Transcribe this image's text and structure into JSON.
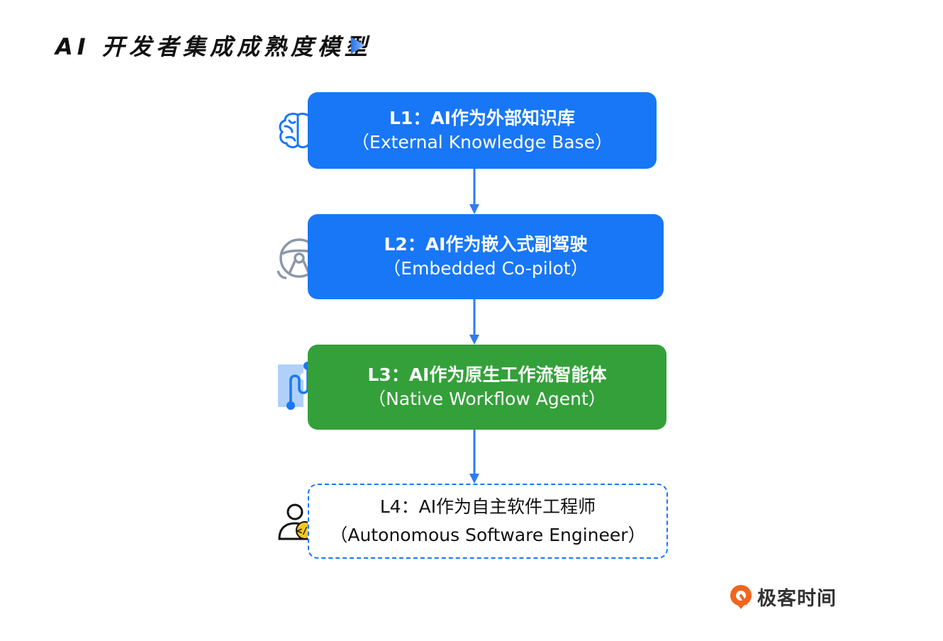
{
  "title": "AI 开发者集成成熟度模型",
  "levels": [
    {
      "title": "L1：AI作为外部知识库",
      "subtitle": "（External Knowledge Base）",
      "icon": "brain-icon",
      "color": "#1877f6"
    },
    {
      "title": "L2：AI作为嵌入式副驾驶",
      "subtitle": "（Embedded Co-pilot）",
      "icon": "steering-wheel-icon",
      "color": "#1877f6"
    },
    {
      "title": "L3：AI作为原生工作流智能体",
      "subtitle": "（Native Workflow Agent）",
      "icon": "puzzle-workflow-icon",
      "color": "#34a03a"
    },
    {
      "title": "L4：AI作为自主软件工程师",
      "subtitle": "（Autonomous Software Engineer）",
      "icon": "developer-person-icon",
      "color": "#1877f6"
    }
  ],
  "logo": {
    "text": "极客时间",
    "color": "#f0661e"
  }
}
